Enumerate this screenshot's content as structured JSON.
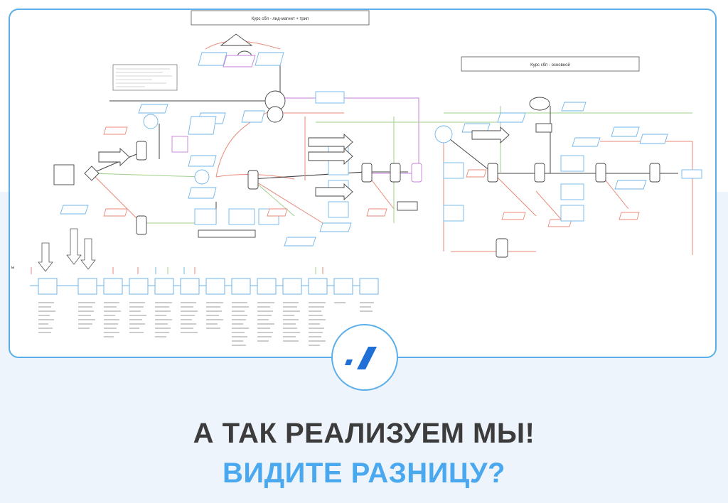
{
  "diagram": {
    "panel_left_title": "Курс сбп - лид-магнит + трип",
    "panel_right_title": "Курс сбп - основной",
    "side_marker": "ы"
  },
  "headline": {
    "line1": "А ТАК РЕАЛИЗУЕМ МЫ!",
    "line2": "ВИДИТЕ РАЗНИЦУ?"
  },
  "colors": {
    "accent": "#4aa8ee",
    "frame_border": "#5aaeea",
    "headline_dark": "#3c3c3c",
    "lower_background": "#eef4fb",
    "line_red": "#e88a7a",
    "line_green": "#9fd08a",
    "line_purple": "#c67fd8",
    "node_blue": "#6fb6ea"
  },
  "icons": {
    "logo": "slash-logo-icon"
  }
}
